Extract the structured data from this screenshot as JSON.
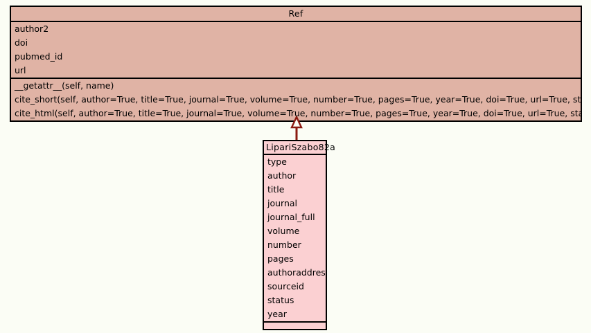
{
  "diagram": {
    "type": "uml-class-diagram",
    "background_color": "#fbfdf5",
    "classes": [
      {
        "id": "ref",
        "name": "Ref",
        "fill_color": "#e0b3a5",
        "border_color": "#000000",
        "attributes": [
          "author2",
          "doi",
          "pubmed_id",
          "url"
        ],
        "operations": [
          "__getattr__(self, name)",
          "cite_short(self, author=True, title=True, journal=True, volume=True, number=True, pages=True, year=True, doi=True, url=True, status=True)",
          "cite_html(self, author=True, title=True, journal=True, volume=True, number=True, pages=True, year=True, doi=True, url=True, status=True)"
        ]
      },
      {
        "id": "liparisz",
        "name": "LipariSzabo82a",
        "fill_color": "#fbd0d2",
        "border_color": "#000000",
        "attributes": [
          "type",
          "author",
          "title",
          "journal",
          "journal_full",
          "volume",
          "number",
          "pages",
          "authoraddress",
          "sourceid",
          "status",
          "year"
        ],
        "operations": []
      }
    ],
    "relationships": [
      {
        "id": "generalization-liparisz-ref",
        "kind": "generalization",
        "label": "",
        "from": "LipariSzabo82a",
        "to": "Ref",
        "color": "#8b1a10",
        "arrow_head": "hollow-triangle"
      }
    ]
  }
}
